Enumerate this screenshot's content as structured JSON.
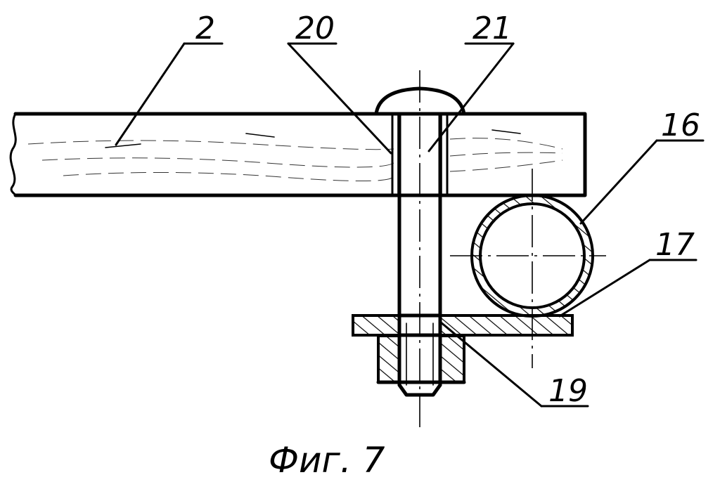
{
  "figure": {
    "caption": "Фиг. 7",
    "labels": {
      "board": "2",
      "bore": "20",
      "bolt": "21",
      "tube": "16",
      "plate": "17",
      "washer": "19"
    }
  }
}
